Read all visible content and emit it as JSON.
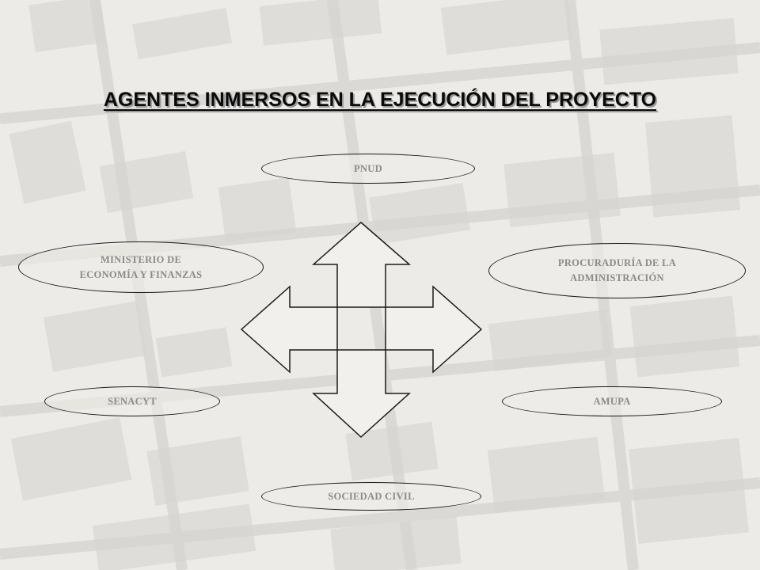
{
  "title": "AGENTES INMERSOS EN LA EJECUCIÓN DEL PROYECTO",
  "nodes": {
    "pnud": "PNUD",
    "mef_line1": "MINISTERIO DE",
    "mef_line2": "ECONOMÍA Y FINANZAS",
    "proc_line1": "PROCURADURÍA DE LA",
    "proc_line2": "ADMINISTRACIÓN",
    "senacyt": "SENACYT",
    "amupa": "AMUPA",
    "sociedad": "SOCIEDAD CIVIL"
  },
  "colors": {
    "background": "#ecebe8",
    "outline": "#1a1a1a",
    "node_text": "#8a8a8a",
    "title_text": "#0a0a0a"
  }
}
